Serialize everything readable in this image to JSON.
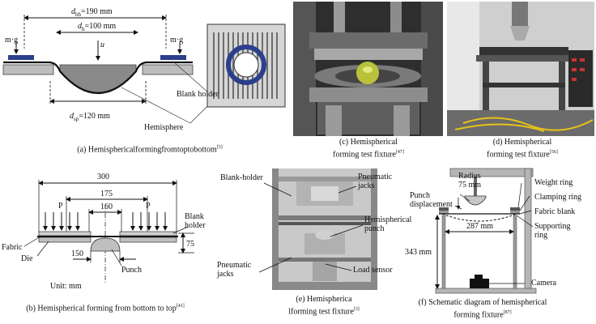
{
  "panel_a": {
    "dim_bh": "d",
    "dim_bh_sub": "bh",
    "dim_bh_val": "=190 mm",
    "dim_h": "d",
    "dim_h_sub": "h",
    "dim_h_val": "=100 mm",
    "dim_sp": "d",
    "dim_sp_sub": "sp",
    "dim_sp_val": "=120 mm",
    "load_left": "m·g",
    "load_right": "m·g",
    "punch_u": "u",
    "blank_holder": "Blank holder",
    "hemisphere": "Hemisphere",
    "caption": "(a) Hemisphericalformingfromtoptobottom",
    "caption_ref": "[5]"
  },
  "panel_b": {
    "dim_300": "300",
    "dim_175": "175",
    "dim_160": "160",
    "dim_75": "75",
    "dim_150": "150",
    "p_left": "P",
    "p_right": "P",
    "blank_holder": "Blank\nholder",
    "fabric": "Fabric",
    "die": "Die",
    "punch": "Punch",
    "unit": "Unit: mm",
    "caption": "(b) Hemispherical forming from bottom to top",
    "caption_ref": "[41]"
  },
  "panel_c": {
    "caption_line1": "(c) Hemispherical",
    "caption_line2": "forming test fixture",
    "caption_ref": "[47]"
  },
  "panel_d": {
    "caption_line1": "(d) Hemispherical",
    "caption_line2": "forming test fixture",
    "caption_ref": "[56]"
  },
  "panel_e": {
    "blank_holder": "Blank-holder",
    "pneumatic_top": "Pneumatic\njacks",
    "hemi_punch": "Hemispherical\npunch",
    "pneumatic_bottom": "Pneumatic\njacks",
    "load_sensor": "Load sensor",
    "caption_line1": "(e) Hemispherica",
    "caption_line2": "lforming test fixture",
    "caption_ref": "[3]"
  },
  "panel_f": {
    "radius": "Radius\n75 mm",
    "punch_disp": "Punch\ndisplacement",
    "weight_ring": "Weight ring",
    "clamping_ring": "Clamping ring",
    "fabric_blank": "Fabric blank",
    "supporting_ring": "Supporting\nring",
    "dim_287": "287 mm",
    "dim_343": "343 mm",
    "camera": "Camera",
    "caption_line1": "(f) Schematic diagram of hemispherical",
    "caption_line2": "forming fixture",
    "caption_ref": "[87]"
  }
}
